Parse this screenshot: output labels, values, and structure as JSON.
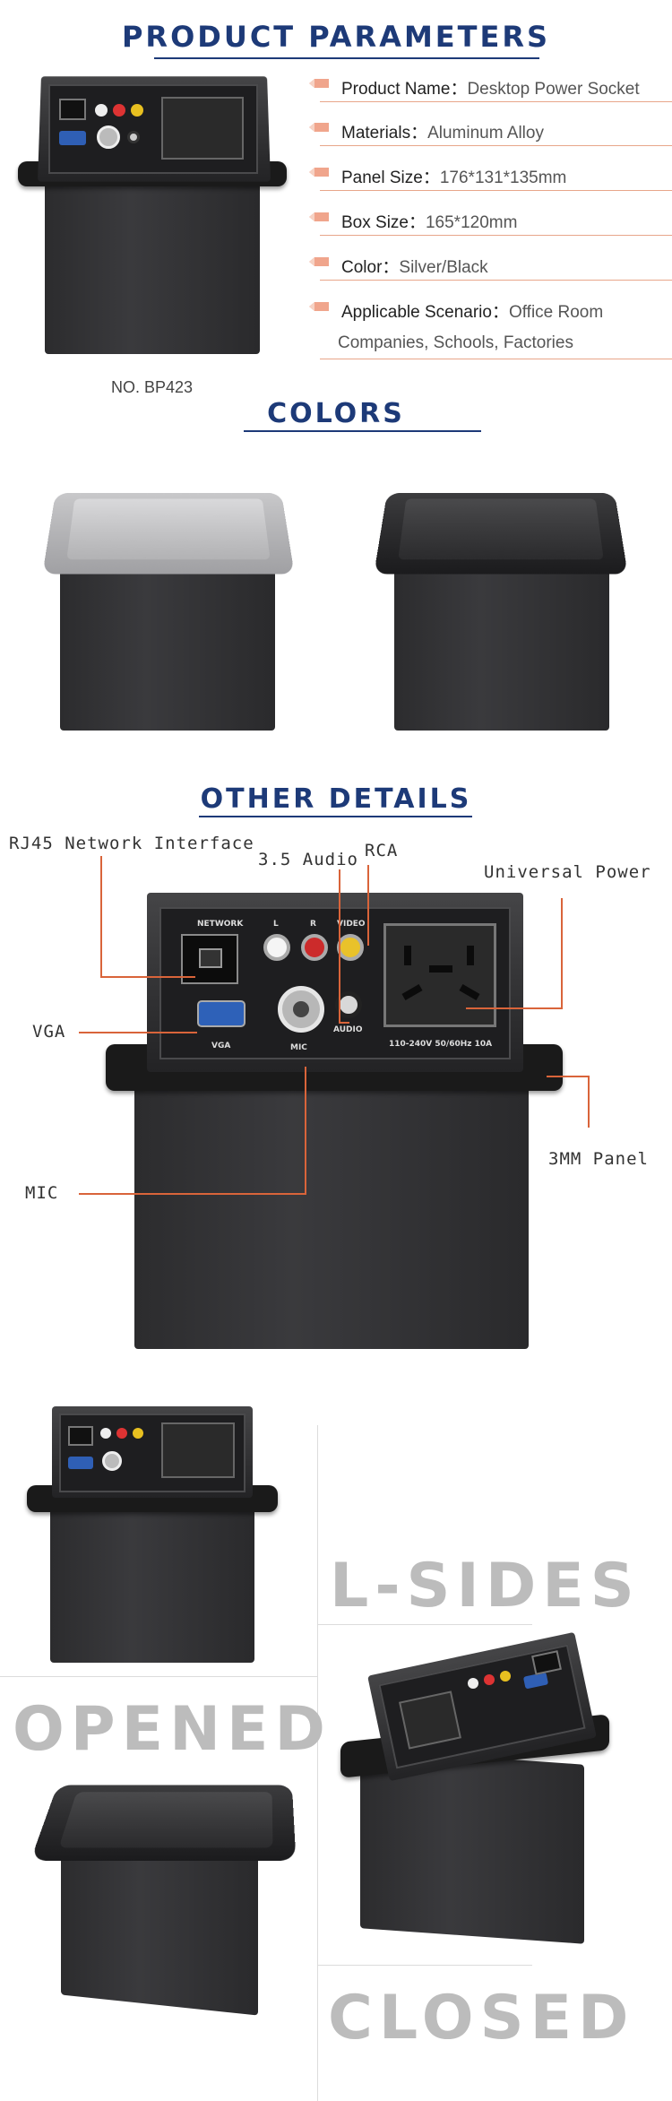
{
  "params_section": {
    "title": "PRODUCT PARAMETERS",
    "items": [
      {
        "label": "Product Name：",
        "value": "Desktop Power Socket"
      },
      {
        "label": "Materials：",
        "value": "Aluminum Alloy"
      },
      {
        "label": "Panel Size：",
        "value": "176*131*135mm"
      },
      {
        "label": "Box Size：",
        "value": "165*120mm"
      },
      {
        "label": "Color：",
        "value": "Silver/Black"
      },
      {
        "label": "Applicable Scenario：",
        "value": "Office Room"
      }
    ],
    "value_continued": "Companies, Schools, Factories",
    "model_caption": "NO. BP423"
  },
  "colors_section": {
    "title": "COLORS"
  },
  "details_section": {
    "title": "OTHER DETAILS",
    "callouts": {
      "rj45": "RJ45 Network Interface",
      "audio": "3.5 Audio",
      "rca": "RCA",
      "power": "Universal Power",
      "vga": "VGA",
      "panel": "3MM Panel",
      "mic": "MIC"
    },
    "panel_labels": {
      "network": "NETWORK",
      "l": "L",
      "r": "R",
      "video": "VIDEO",
      "vga": "VGA",
      "mic": "MIC",
      "audio": "AUDIO",
      "rating": "110-240V  50/60Hz  10A"
    }
  },
  "views_section": {
    "l_sides": "L-SIDES",
    "opened": "OPENED",
    "closed": "CLOSED"
  },
  "colors": {
    "heading": "#1d3a78",
    "accent_line": "#d9643a",
    "big_word": "#bcbcbc"
  }
}
